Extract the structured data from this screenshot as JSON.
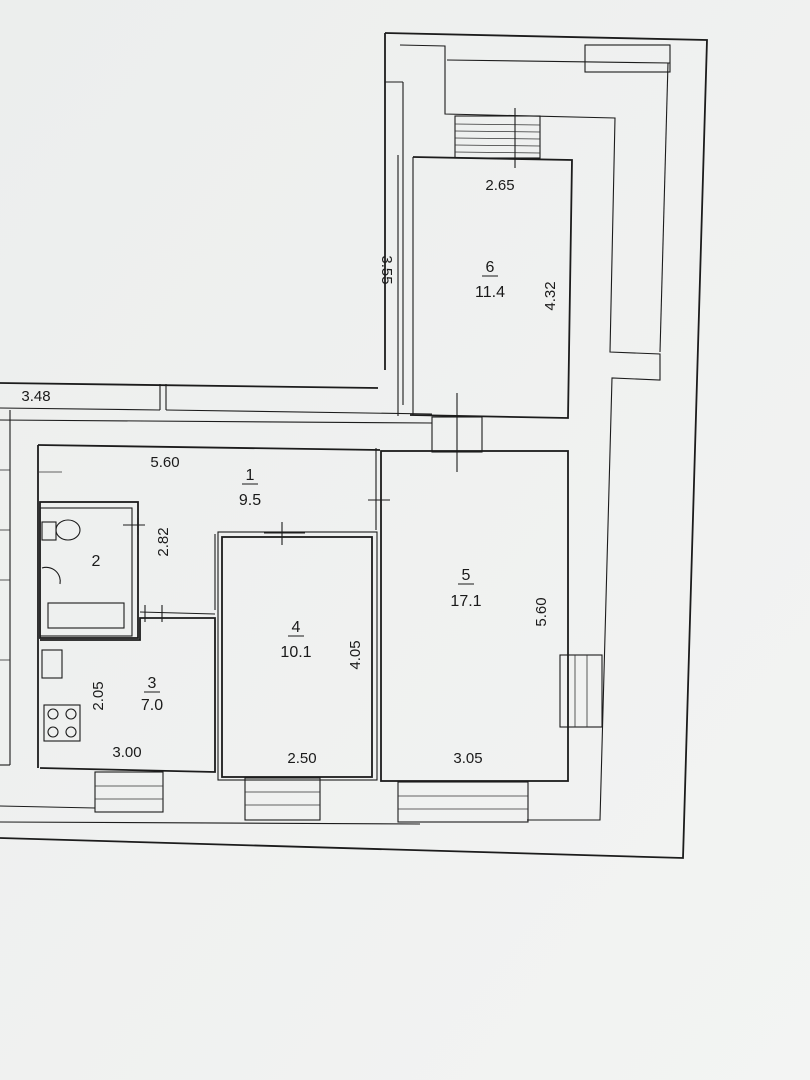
{
  "rooms": [
    {
      "number": "1",
      "area": "9.5"
    },
    {
      "number": "2",
      "area": ""
    },
    {
      "number": "3",
      "area": "7.0"
    },
    {
      "number": "4",
      "area": "10.1"
    },
    {
      "number": "5",
      "area": "17.1"
    },
    {
      "number": "6",
      "area": "11.4"
    }
  ],
  "dimensions": {
    "room6_width": "2.65",
    "room6_length": "4.32",
    "corridor_length": "3.55",
    "left_width": "3.48",
    "room1_width": "5.60",
    "room1_height": "2.82",
    "room3_height": "2.05",
    "room3_width": "3.00",
    "room4_height": "4.05",
    "room4_width": "2.50",
    "room5_height": "5.60",
    "room5_width": "3.05"
  }
}
